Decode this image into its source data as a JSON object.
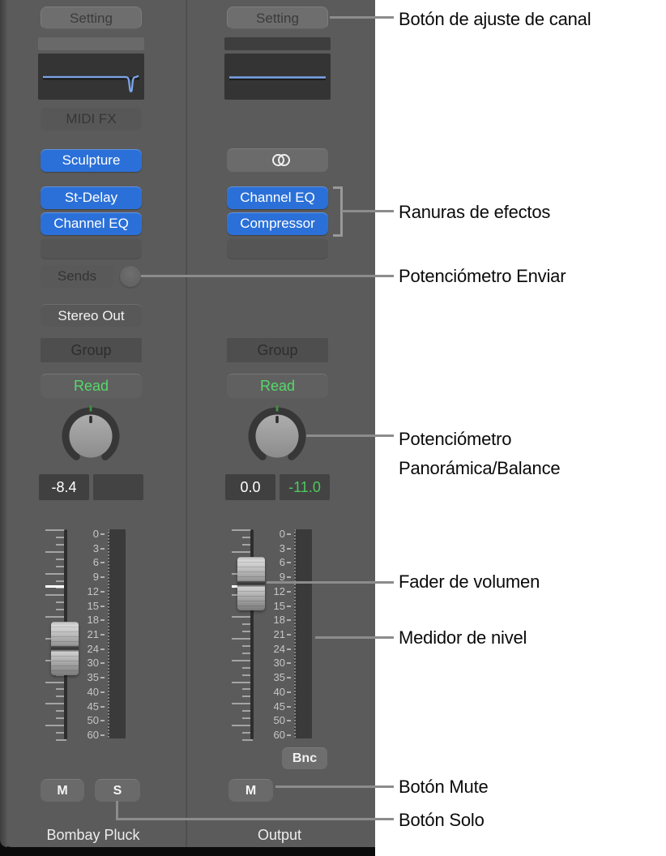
{
  "strips": [
    {
      "name": "Bombay Pluck",
      "setting_label": "Setting",
      "midi_fx_label": "MIDI FX",
      "instrument_slot": "Sculpture",
      "audio_fx_slots": [
        "St-Delay",
        "Channel EQ"
      ],
      "sends_label": "Sends",
      "output_label": "Stereo Out",
      "group_label": "Group",
      "automation_label": "Read",
      "pan_value": "-8.4",
      "gain_value": "",
      "mute_label": "M",
      "solo_label": "S"
    },
    {
      "name": "Output",
      "setting_label": "Setting",
      "audio_fx_slots": [
        "Channel EQ",
        "Compressor"
      ],
      "group_label": "Group",
      "automation_label": "Read",
      "pan_value": "0.0",
      "gain_value": "-11.0",
      "bounce_label": "Bnc",
      "mute_label": "M"
    }
  ],
  "fader_scale": [
    "0",
    "3",
    "6",
    "9",
    "12",
    "15",
    "18",
    "21",
    "24",
    "30",
    "35",
    "40",
    "45",
    "50",
    "60"
  ],
  "callouts": {
    "channel_setting": "Botón de ajuste de canal",
    "effect_slots": "Ranuras de efectos",
    "send_knob": "Potenciómetro Enviar",
    "pan_knob_line1": "Potenciómetro",
    "pan_knob_line2": "Panorámica/Balance",
    "volume_fader": "Fader de volumen",
    "level_meter": "Medidor de nivel",
    "mute_button": "Botón Mute",
    "solo_button": "Botón Solo"
  },
  "colors": {
    "accent_blue": "#2b70d8",
    "automation_green": "#55d96a",
    "gain_display_green": "#4cc95e",
    "callout_line_gray": "#8c8c8c"
  }
}
